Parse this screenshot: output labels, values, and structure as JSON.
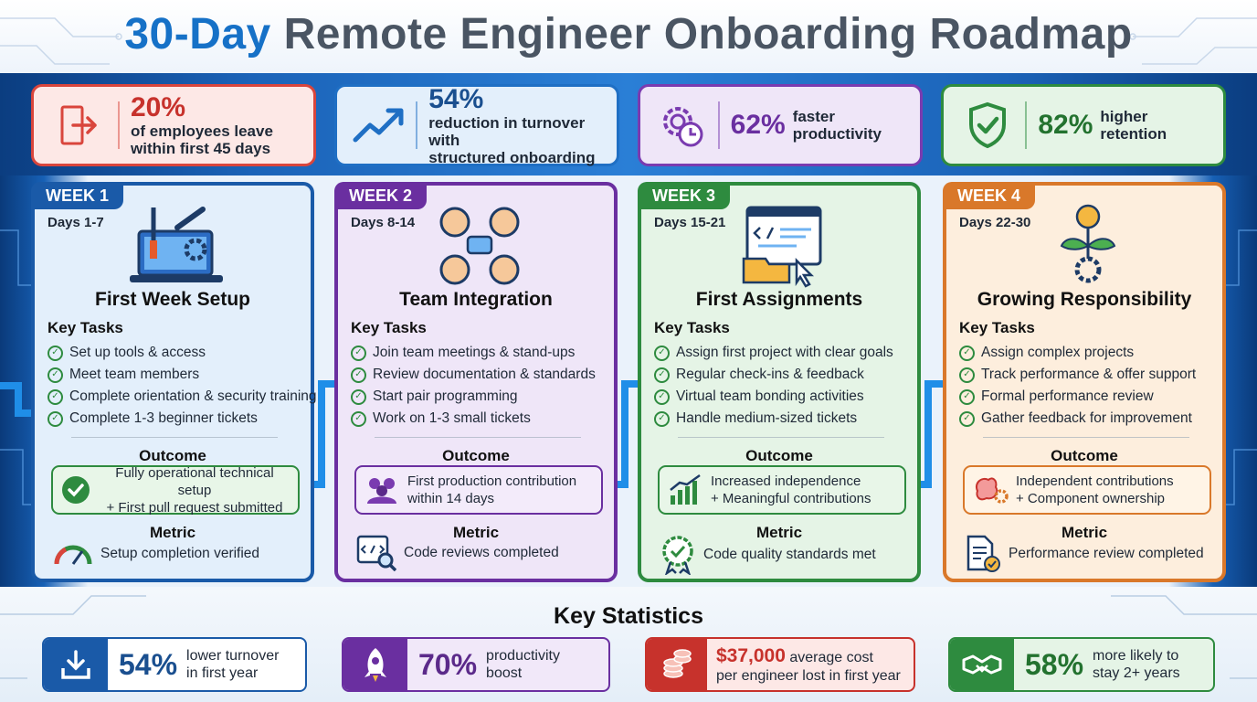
{
  "title": {
    "highlight": "30-Day",
    "rest": "Remote Engineer Onboarding Roadmap"
  },
  "top_stats": [
    {
      "big": "20%",
      "line1": "of employees leave",
      "line2": "within first 45 days",
      "icon": "exit-door-icon",
      "color": "#d9453c"
    },
    {
      "big": "54%",
      "line1": "reduction in turnover with",
      "line2": "structured onboarding",
      "icon": "trend-up-icon",
      "color": "#1f6fc4"
    },
    {
      "big": "62%",
      "text": "faster productivity",
      "icon": "gear-clock-icon",
      "color": "#7a3bb0"
    },
    {
      "big": "82%",
      "text": "higher retention",
      "icon": "shield-check-icon",
      "color": "#2e8b3f"
    }
  ],
  "weeks": [
    {
      "label": "WEEK 1",
      "days": "Days 1-7",
      "title": "First Week Setup",
      "key_tasks": "Key Tasks",
      "tasks": [
        "Set up tools & access",
        "Meet team members",
        "Complete orientation & security training",
        "Complete 1-3 beginner tickets"
      ],
      "outcome_label": "Outcome",
      "outcome1": "Fully operational technical setup",
      "outcome2": "+ First pull request submitted",
      "metric_label": "Metric",
      "metric": "Setup completion verified",
      "color": "#1a5aa8",
      "light": "#e3effb"
    },
    {
      "label": "WEEK 2",
      "days": "Days 8-14",
      "title": "Team Integration",
      "key_tasks": "Key Tasks",
      "tasks": [
        "Join team meetings & stand-ups",
        "Review documentation & standards",
        "Start pair programming",
        "Work on 1-3 small tickets"
      ],
      "outcome_label": "Outcome",
      "outcome1": "First production contribution",
      "outcome2": "within 14 days",
      "metric_label": "Metric",
      "metric": "Code reviews completed",
      "color": "#6a2fa0",
      "light": "#efe6f8"
    },
    {
      "label": "WEEK 3",
      "days": "Days 15-21",
      "title": "First Assignments",
      "key_tasks": "Key Tasks",
      "tasks": [
        "Assign first project with clear goals",
        "Regular check-ins & feedback",
        "Virtual team bonding activities",
        "Handle medium-sized tickets"
      ],
      "outcome_label": "Outcome",
      "outcome1": "Increased independence",
      "outcome2": "+ Meaningful contributions",
      "metric_label": "Metric",
      "metric": "Code quality standards met",
      "color": "#2e8b3f",
      "light": "#e5f4e6"
    },
    {
      "label": "WEEK 4",
      "days": "Days 22-30",
      "title": "Growing Responsibility",
      "key_tasks": "Key Tasks",
      "tasks": [
        "Assign complex projects",
        "Track performance & offer support",
        "Formal performance review",
        "Gather feedback for improvement"
      ],
      "outcome_label": "Outcome",
      "outcome1": "Independent contributions",
      "outcome2": "+ Component ownership",
      "metric_label": "Metric",
      "metric": "Performance review completed",
      "color": "#d9782a",
      "light": "#fdeedd"
    }
  ],
  "key_statistics": {
    "title": "Key Statistics",
    "items": [
      {
        "big": "54%",
        "line1": "lower turnover",
        "line2": "in first year",
        "icon": "download-tray-icon",
        "color": "#1a5aa8"
      },
      {
        "big": "70%",
        "line1": "productivity",
        "line2": "boost",
        "icon": "rocket-icon",
        "color": "#6a2fa0"
      },
      {
        "big": "$37,000",
        "line1": "average cost",
        "line2": "per engineer lost in first year",
        "icon": "coins-icon",
        "color": "#c7322c"
      },
      {
        "big": "58%",
        "line1": "more likely to",
        "line2": "stay 2+ years",
        "icon": "handshake-icon",
        "color": "#2e8b3f"
      }
    ]
  }
}
